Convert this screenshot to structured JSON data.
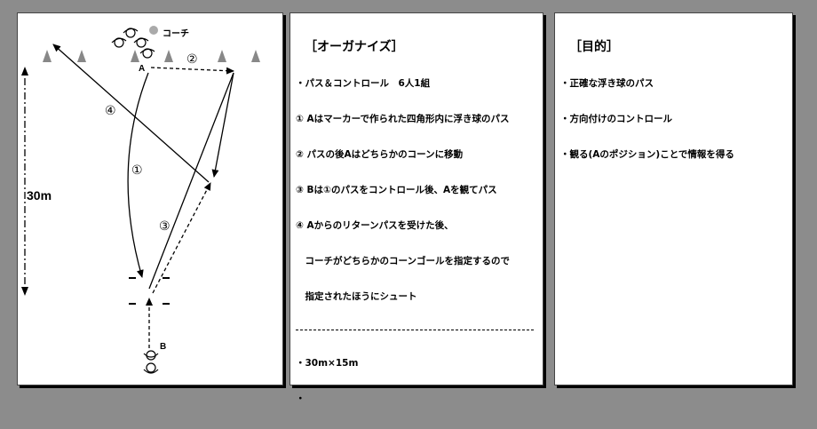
{
  "diagram": {
    "coach_label": "コーチ",
    "player_a": "A",
    "player_b": "B",
    "distance": "30m",
    "step_labels": [
      "①",
      "②",
      "③",
      "④"
    ]
  },
  "organize": {
    "title": "［オーガナイズ］",
    "lines": [
      "・パス＆コントロール　6人1組",
      "① Aはマーカーで作られた四角形内に浮き球のパス",
      "② パスの後Aはどちらかのコーンに移動",
      "③ Bは①のパスをコントロール後、Aを観てパス",
      "④ Aからのリターンパスを受けた後、",
      "　コーチがどちらかのコーンゴールを指定するので",
      "　指定されたほうにシュート"
    ],
    "field_size": "・30m×15m",
    "empty_bullet": "・"
  },
  "objective": {
    "title": "［目的］",
    "lines": [
      "・正確な浮き球のパス",
      "・方向付けのコントロール",
      "・観る(Aのポジション)ことで情報を得る"
    ]
  }
}
